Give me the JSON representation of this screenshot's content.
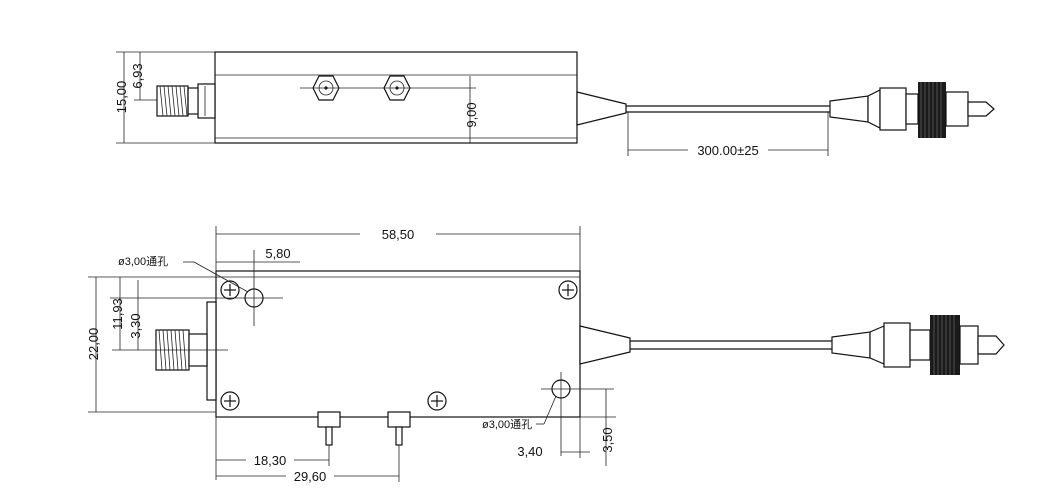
{
  "drawing": {
    "top_view": {
      "height_total": "15,00",
      "height_connector": "6,93",
      "port_offset": "9,00",
      "pigtail_length": "300.00±25"
    },
    "bottom_view": {
      "length": "58,50",
      "hole_offset_x": "5,80",
      "hole_label_left": "ø3,00通孔",
      "height_total": "22,00",
      "connector_y": "11,93",
      "connector_offset": "3,30",
      "pin_1_x": "18,30",
      "pin_2_x": "29,60",
      "hole_label_right": "ø3,00通孔",
      "hole_right_x": "3,40",
      "hole_right_y": "3,50"
    },
    "icons": [
      "rf-connector-icon",
      "fiber-connector-icon",
      "screw-icon",
      "mounting-hole-icon"
    ]
  }
}
